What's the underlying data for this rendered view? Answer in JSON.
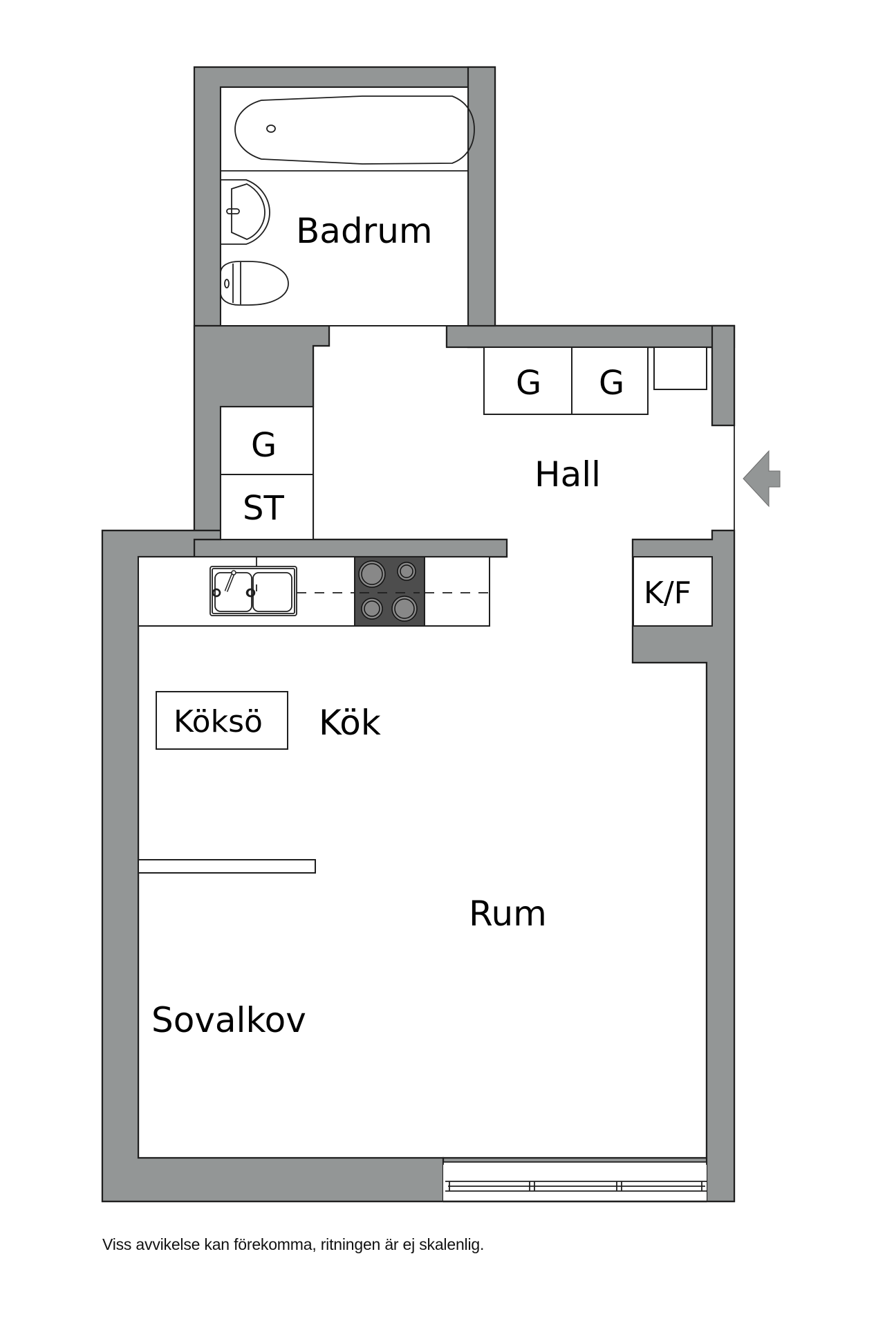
{
  "floorplan": {
    "rooms": {
      "badrum": "Badrum",
      "hall": "Hall",
      "kok": "Kök",
      "rum": "Rum",
      "sovalkov": "Sovalkov"
    },
    "fixtures": {
      "garderob_hall_1": "G",
      "garderob_hall_2": "G",
      "garderob_left": "G",
      "stad": "ST",
      "kyl_frys": "K/F",
      "koksö": "Köksö"
    },
    "entrance_arrow": "entrance-arrow",
    "colors": {
      "wall": "#939696",
      "hob": "#4d4d4d",
      "burner": "#888888",
      "outline": "#1f1f1f"
    }
  },
  "footer": {
    "disclaimer": "Viss avvikelse kan förekomma, ritningen är ej skalenlig."
  }
}
